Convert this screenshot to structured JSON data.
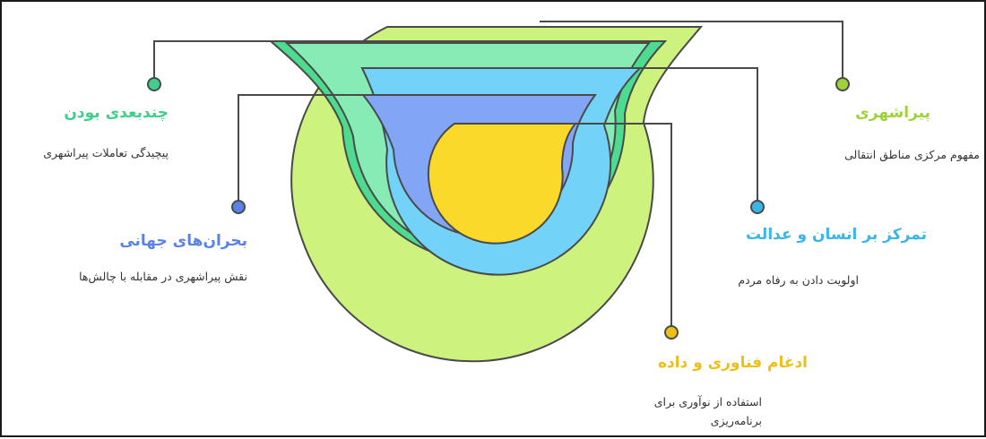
{
  "colors": {
    "green_light": "#cdf27e",
    "green_mid": "#4ddb8f",
    "teal": "#87ebb6",
    "cyan": "#73d2f7",
    "blue": "#82a6f5",
    "yellow": "#fbd92b",
    "line": "#4a4a4a"
  },
  "items": [
    {
      "id": "urbanism",
      "title": "پیراشهری",
      "description": "مفهوم مرکزی مناطق انتقالی",
      "color": "#9fd33a"
    },
    {
      "id": "multidimensional",
      "title": "چندبعدی بودن",
      "description": "پیچیدگی تعاملات پیراشهری",
      "color": "#3fcf8a"
    },
    {
      "id": "human_focus",
      "title": "تمرکز بر انسان و عدالت",
      "description": "اولویت دادن به رفاه مردم",
      "color": "#39b6e8"
    },
    {
      "id": "global_crises",
      "title": "بحران‌های جهانی",
      "description": "نقش پیراشهری در مقابله با چالش‌ها",
      "color": "#5b82e6"
    },
    {
      "id": "technology",
      "title": "ادغام فناوری و داده",
      "description": "استفاده از نوآوری برای برنامه‌ریزی",
      "color": "#eebf14"
    }
  ]
}
